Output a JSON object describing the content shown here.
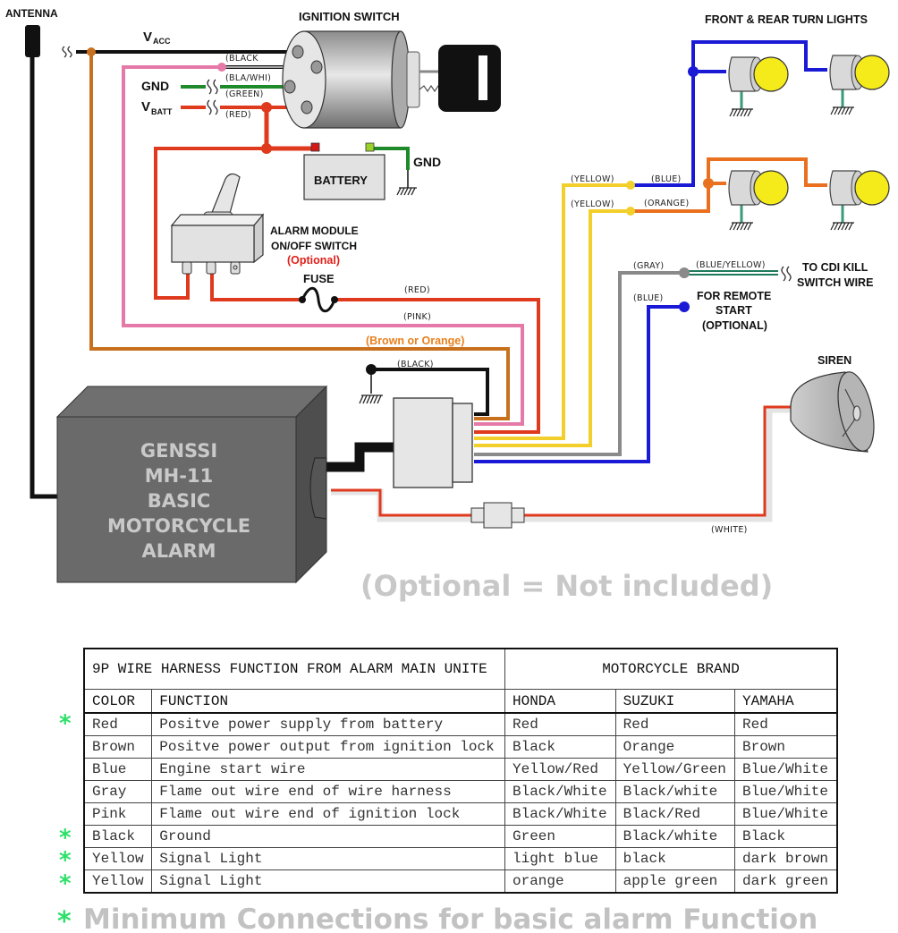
{
  "diagram": {
    "labels": {
      "antenna": "ANTENNA",
      "ignition_switch": "IGNITION SWITCH",
      "vacc_main": "V",
      "vacc_sub": "ACC",
      "vbatt_main": "V",
      "vbatt_sub": "BATT",
      "gnd_ignition": "GND",
      "gnd_battery": "GND",
      "battery": "BATTERY",
      "alarm_switch_line1": "ALARM MODULE",
      "alarm_switch_line2": "ON/OFF SWITCH",
      "alarm_switch_optional": "(Optional)",
      "fuse": "FUSE",
      "front_rear_lights": "FRONT & REAR TURN LIGHTS",
      "to_cdi_line1": "TO CDI KILL",
      "to_cdi_line2": "SWITCH WIRE",
      "remote_start_line1": "FOR REMOTE",
      "remote_start_line2": "START",
      "remote_start_line3": "(OPTIONAL)",
      "siren": "SIREN",
      "brown_or_orange": "(Brown or Orange)",
      "optional_note": "(Optional = Not included)"
    },
    "wire_labels": {
      "ign_black": "(BLACK",
      "ign_blawhi": "(BLA/WHI)",
      "ign_green": "(GREEN)",
      "ign_red": "(RED)",
      "red": "(RED)",
      "pink": "(PINK)",
      "black": "(BLACK)",
      "yellow1": "(YELLOW)",
      "yellow2": "(YELLOW)",
      "blue_light": "(BLUE)",
      "orange_light": "(ORANGE)",
      "gray": "(GRAY)",
      "blue_yellow": "(BLUE/YELLOW)",
      "blue_remote": "(BLUE)",
      "white": "(WHITE)"
    },
    "alarm_unit": {
      "lines": [
        "GENSSI",
        "MH-11",
        "BASIC",
        "MOTORCYCLE",
        "ALARM"
      ]
    },
    "colors": {
      "black": "#111111",
      "red": "#e03a1e",
      "pink": "#e57aa8",
      "brown": "#c8701e",
      "yellow": "#f2cf2a",
      "gray": "#8a8a8a",
      "blue": "#1a1ad6",
      "orange": "#e8701e",
      "green": "#1f8a2a",
      "teal": "#3a9a7a",
      "bulb": "#f5ea1a",
      "optional_red": "#e0201a"
    }
  },
  "table": {
    "title_left": "9P WIRE HARNESS FUNCTION FROM ALARM MAIN UNITE",
    "title_right": "MOTORCYCLE BRAND",
    "headers": [
      "COLOR",
      "FUNCTION",
      "HONDA",
      "SUZUKI",
      "YAMAHA"
    ],
    "rows": [
      {
        "starred": true,
        "cells": [
          "Red",
          "Positve power supply from battery",
          "Red",
          "Red",
          "Red"
        ]
      },
      {
        "starred": false,
        "cells": [
          "Brown",
          "Positve power output from ignition lock",
          "Black",
          "Orange",
          "Brown"
        ]
      },
      {
        "starred": false,
        "cells": [
          "Blue",
          "Engine start wire",
          "Yellow/Red",
          "Yellow/Green",
          "Blue/White"
        ]
      },
      {
        "starred": false,
        "cells": [
          "Gray",
          "Flame out wire end of wire harness",
          "Black/White",
          "Black/white",
          "Blue/White"
        ]
      },
      {
        "starred": false,
        "cells": [
          "Pink",
          "Flame out wire end of ignition lock",
          "Black/White",
          "Black/Red",
          "Blue/White"
        ]
      },
      {
        "starred": true,
        "cells": [
          "Black",
          "Ground",
          "Green",
          "Black/white",
          "Black"
        ]
      },
      {
        "starred": true,
        "cells": [
          "Yellow",
          "Signal Light",
          "light blue",
          "black",
          "dark brown"
        ]
      },
      {
        "starred": true,
        "cells": [
          "Yellow",
          "Signal Light",
          "orange",
          "apple green",
          "dark green"
        ]
      }
    ],
    "star_symbol": "*"
  },
  "footer": {
    "star": "*",
    "note": "Minimum Connections for basic alarm Function"
  }
}
